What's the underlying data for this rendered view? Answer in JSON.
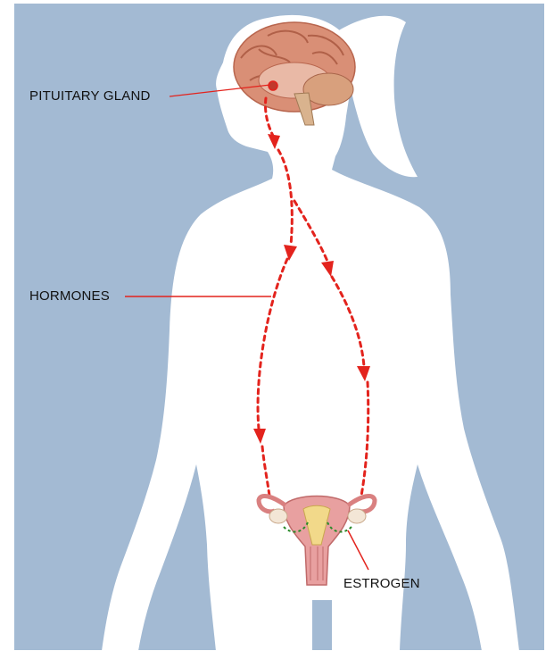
{
  "labels": {
    "pituitary_gland": "PITUITARY GLAND",
    "hormones": "HORMONES",
    "estrogen": "ESTROGEN"
  },
  "colors": {
    "background": "#a3bad3",
    "silhouette": "#ffffff",
    "hormone_arrow": "#e3231d",
    "estrogen_arrow": "#2a8a2a",
    "leader_line": "#e3231d",
    "brain": "#d98f76",
    "uterus": "#e8a0a0"
  },
  "icons": {
    "brain": "brain-icon",
    "uterus": "uterus-ovaries-icon"
  }
}
